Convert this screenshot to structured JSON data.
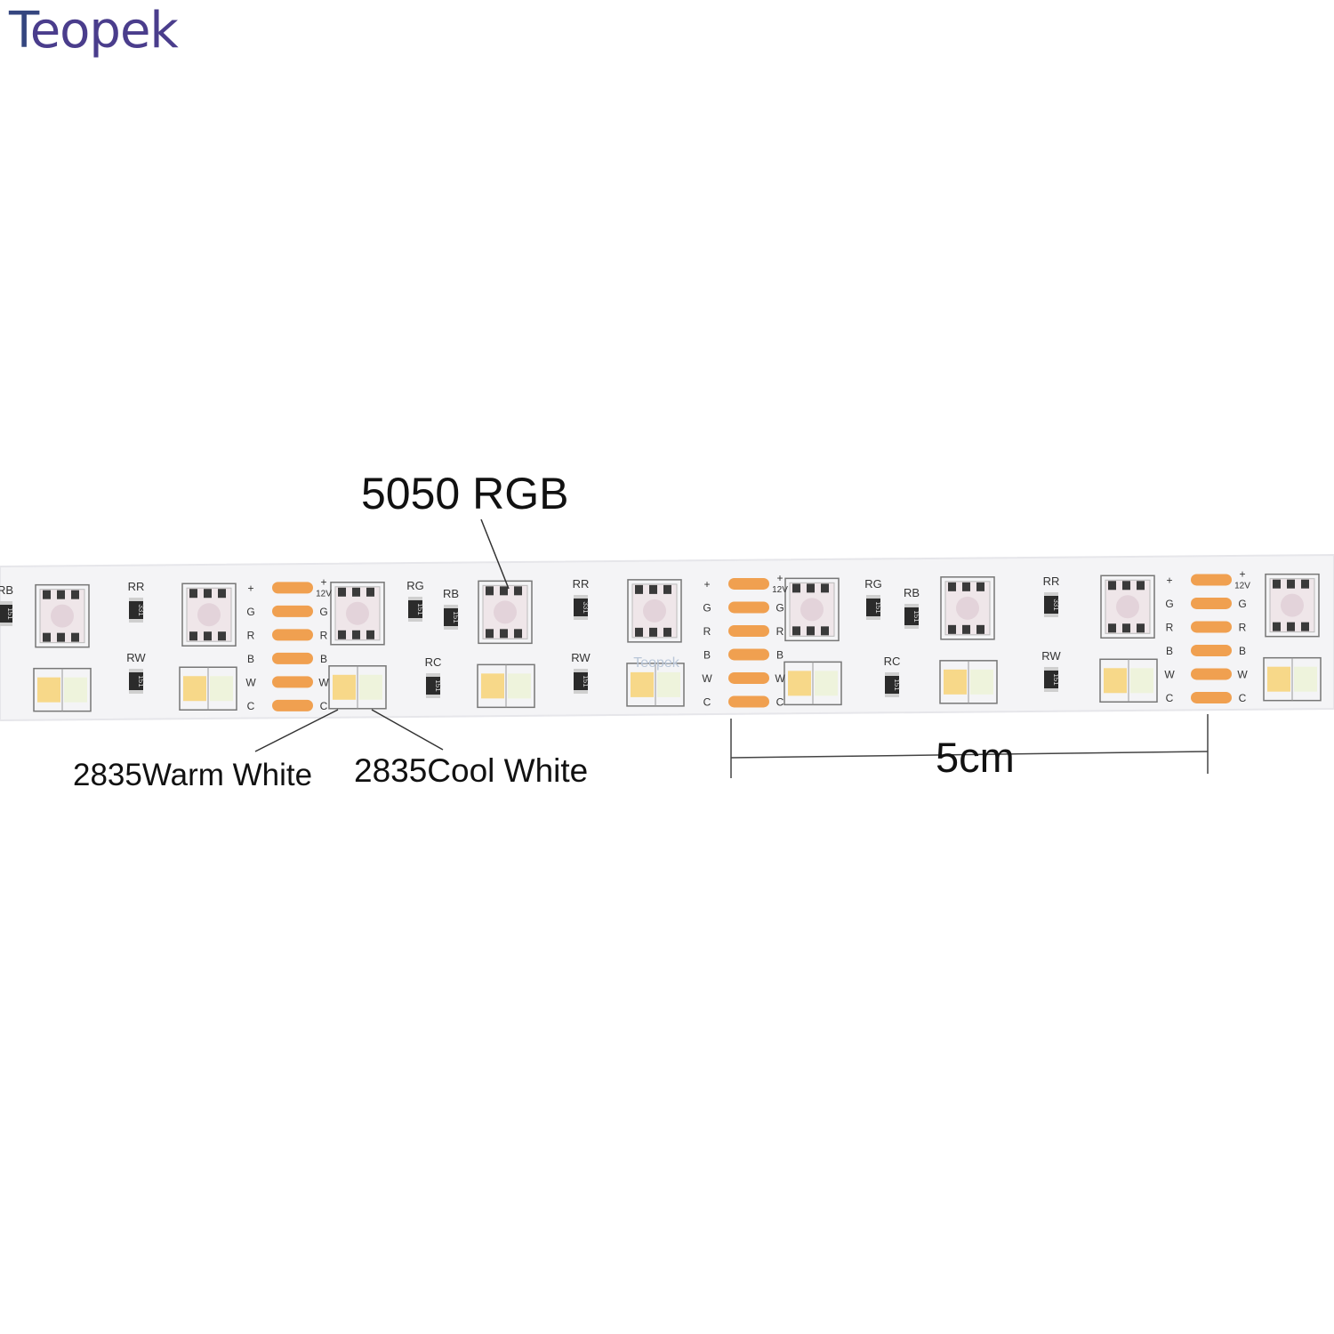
{
  "brand": {
    "logo_text": "Teopek",
    "logo_color": "#3d3f86"
  },
  "callouts": {
    "rgb_label": "5050 RGB",
    "warm_label": "2835Warm White",
    "cool_label": "2835Cool White",
    "length_label": "5cm"
  },
  "strip": {
    "pad_color": "#f0a050",
    "pcb_color": "#f4f4f6",
    "pad_labels": [
      "+",
      "G",
      "R",
      "B",
      "W",
      "C"
    ],
    "voltage_label": "12V",
    "resistor_labels": [
      "RR",
      "RW",
      "RG",
      "RB",
      "RC"
    ],
    "resistor_values": [
      "151",
      "331"
    ],
    "edge_label": "RB",
    "watermark": "Teopek"
  }
}
